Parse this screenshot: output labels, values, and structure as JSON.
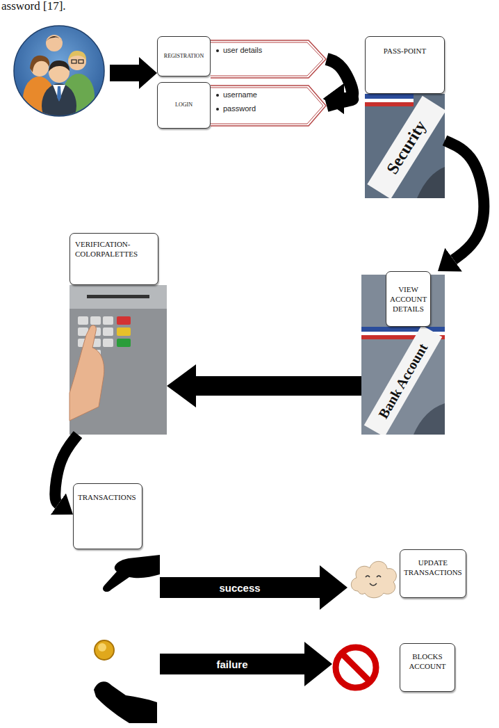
{
  "diagram": {
    "nodes": [
      {
        "text": [
          "REGISTRATION"
        ]
      },
      {
        "text": [
          "user details"
        ]
      },
      {
        "text": [
          "LOGIN"
        ]
      },
      {
        "text": [
          "username",
          "password"
        ]
      },
      {
        "text": [
          "PASS-POINT"
        ]
      },
      {
        "text": [
          "VIEW ACCOUNT DETAILS"
        ]
      },
      {
        "text": [
          "VERIFICATION-COLORPALETTES"
        ]
      },
      {
        "text": [
          "TRANSACTIONS"
        ]
      },
      {
        "text": [
          "UPDATE TRANSACTIONS"
        ]
      },
      {
        "text": [
          "BLOCKS ACCOUNT"
        ]
      }
    ],
    "edges": [
      {
        "from": 1,
        "to": 4,
        "arrow": "to"
      },
      {
        "from": 3,
        "to": 4,
        "arrow": "to"
      },
      {
        "from": 4,
        "to": 5,
        "arrow": "to"
      },
      {
        "from": 5,
        "to": 6,
        "arrow": "to"
      },
      {
        "from": 6,
        "to": 7,
        "arrow": "to"
      },
      {
        "from": 7,
        "to": 8,
        "arrow": "to",
        "label": "success"
      },
      {
        "from": 7,
        "to": 9,
        "arrow": "to",
        "label": "failure"
      }
    ],
    "labels": [
      "assword [17].",
      "Security",
      "Bank Account"
    ]
  }
}
